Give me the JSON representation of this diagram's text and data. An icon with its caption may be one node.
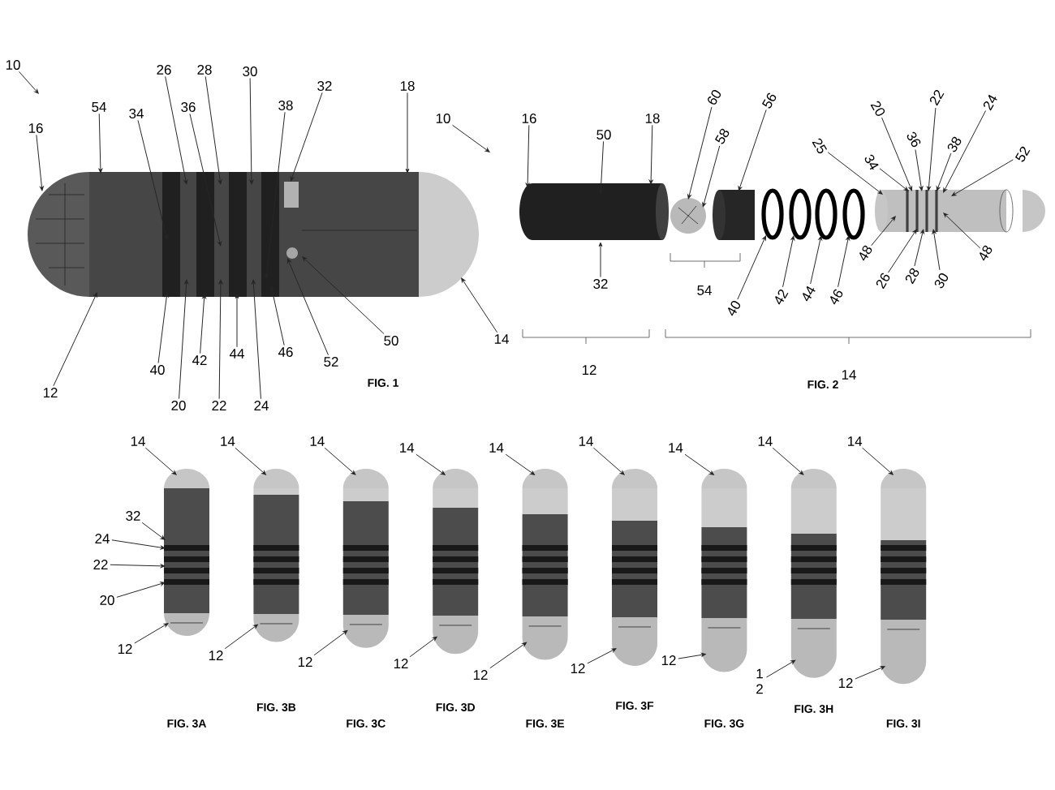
{
  "diagram": {
    "nodes": [
      {
        "text": [
          "10"
        ]
      },
      {
        "text": [
          "16"
        ]
      },
      {
        "text": [
          "54"
        ]
      },
      {
        "text": [
          "34"
        ]
      },
      {
        "text": [
          "26"
        ]
      },
      {
        "text": [
          "28"
        ]
      },
      {
        "text": [
          "36"
        ]
      },
      {
        "text": [
          "30"
        ]
      },
      {
        "text": [
          "38"
        ]
      },
      {
        "text": [
          "32"
        ]
      },
      {
        "text": [
          "18"
        ]
      },
      {
        "text": [
          "40"
        ]
      },
      {
        "text": [
          "20"
        ]
      },
      {
        "text": [
          "42"
        ]
      },
      {
        "text": [
          "22"
        ]
      },
      {
        "text": [
          "44"
        ]
      },
      {
        "text": [
          "24"
        ]
      },
      {
        "text": [
          "46"
        ]
      },
      {
        "text": [
          "52"
        ]
      },
      {
        "text": [
          "50"
        ]
      },
      {
        "text": [
          "12"
        ]
      },
      {
        "text": [
          "14"
        ]
      },
      {
        "text": [
          "10"
        ]
      },
      {
        "text": [
          "16"
        ]
      },
      {
        "text": [
          "50"
        ]
      },
      {
        "text": [
          "18"
        ]
      },
      {
        "text": [
          "32"
        ]
      },
      {
        "text": [
          "60"
        ]
      },
      {
        "text": [
          "58"
        ]
      },
      {
        "text": [
          "56"
        ]
      },
      {
        "text": [
          "40"
        ]
      },
      {
        "text": [
          "42"
        ]
      },
      {
        "text": [
          "44"
        ]
      },
      {
        "text": [
          "46"
        ]
      },
      {
        "text": [
          "25"
        ]
      },
      {
        "text": [
          "34"
        ]
      },
      {
        "text": [
          "20"
        ]
      },
      {
        "text": [
          "36"
        ]
      },
      {
        "text": [
          "22"
        ]
      },
      {
        "text": [
          "38"
        ]
      },
      {
        "text": [
          "24"
        ]
      },
      {
        "text": [
          "52"
        ]
      },
      {
        "text": [
          "48"
        ]
      },
      {
        "text": [
          "26"
        ]
      },
      {
        "text": [
          "28"
        ]
      },
      {
        "text": [
          "30"
        ]
      },
      {
        "text": [
          "48"
        ]
      },
      {
        "text": [
          "14"
        ]
      },
      {
        "text": [
          "14"
        ]
      },
      {
        "text": [
          "14"
        ]
      },
      {
        "text": [
          "14"
        ]
      },
      {
        "text": [
          "14"
        ]
      },
      {
        "text": [
          "14"
        ]
      },
      {
        "text": [
          "14"
        ]
      },
      {
        "text": [
          "14"
        ]
      },
      {
        "text": [
          "14"
        ]
      },
      {
        "text": [
          "32"
        ]
      },
      {
        "text": [
          "24"
        ]
      },
      {
        "text": [
          "22"
        ]
      },
      {
        "text": [
          "20"
        ]
      },
      {
        "text": [
          "12"
        ]
      },
      {
        "text": [
          "12"
        ]
      },
      {
        "text": [
          "12"
        ]
      },
      {
        "text": [
          "12"
        ]
      },
      {
        "text": [
          "12"
        ]
      },
      {
        "text": [
          "12"
        ]
      },
      {
        "text": [
          "12"
        ]
      },
      {
        "text": [
          "1 2"
        ]
      },
      {
        "text": [
          "12"
        ]
      },
      {
        "text": [],
        "shape": "picture"
      },
      {
        "text": [],
        "shape": "cylinder"
      },
      {
        "text": [],
        "shape": "circle"
      },
      {
        "text": [],
        "shape": "cylinder"
      },
      {
        "text": [],
        "shape": "ring"
      },
      {
        "text": [],
        "shape": "ring"
      },
      {
        "text": [],
        "shape": "ring"
      },
      {
        "text": [],
        "shape": "ring"
      },
      {
        "text": [],
        "shape": "cylinder"
      },
      {
        "text": [],
        "shape": "dome"
      },
      {
        "text": [],
        "shape": "picture"
      },
      {
        "text": [],
        "shape": "picture"
      },
      {
        "text": [],
        "shape": "picture"
      },
      {
        "text": [],
        "shape": "picture"
      },
      {
        "text": [],
        "shape": "picture"
      },
      {
        "text": [],
        "shape": "picture"
      },
      {
        "text": [],
        "shape": "picture"
      },
      {
        "text": [],
        "shape": "picture"
      },
      {
        "text": [],
        "shape": "picture"
      }
    ],
    "edges": [
      {
        "from": 0,
        "to": null,
        "arrow": "to"
      },
      {
        "from": 1,
        "to": 69,
        "arrow": "to"
      },
      {
        "from": 2,
        "to": 69,
        "arrow": "to"
      },
      {
        "from": 3,
        "to": 69,
        "arrow": "to"
      },
      {
        "from": 4,
        "to": 69,
        "arrow": "to"
      },
      {
        "from": 5,
        "to": 69,
        "arrow": "to"
      },
      {
        "from": 6,
        "to": 69,
        "arrow": "to"
      },
      {
        "from": 7,
        "to": 69,
        "arrow": "to"
      },
      {
        "from": 8,
        "to": 69,
        "arrow": "to"
      },
      {
        "from": 9,
        "to": 69,
        "arrow": "to"
      },
      {
        "from": 10,
        "to": 69,
        "arrow": "to"
      },
      {
        "from": 11,
        "to": 69,
        "arrow": "to"
      },
      {
        "from": 12,
        "to": 69,
        "arrow": "to"
      },
      {
        "from": 13,
        "to": 69,
        "arrow": "to"
      },
      {
        "from": 14,
        "to": 69,
        "arrow": "to"
      },
      {
        "from": 15,
        "to": 69,
        "arrow": "to"
      },
      {
        "from": 16,
        "to": 69,
        "arrow": "to"
      },
      {
        "from": 17,
        "to": 69,
        "arrow": "to"
      },
      {
        "from": 18,
        "to": 69,
        "arrow": "to"
      },
      {
        "from": 19,
        "to": 69,
        "arrow": "to"
      },
      {
        "from": 20,
        "to": 69,
        "arrow": "to"
      },
      {
        "from": 21,
        "to": 69,
        "arrow": "to"
      },
      {
        "from": 22,
        "to": null,
        "arrow": "to"
      },
      {
        "from": 23,
        "to": 70,
        "arrow": "to"
      },
      {
        "from": 24,
        "to": 70,
        "arrow": "to"
      },
      {
        "from": 25,
        "to": 70,
        "arrow": "to"
      },
      {
        "from": 26,
        "to": 70,
        "arrow": "to"
      },
      {
        "from": 27,
        "to": 71,
        "arrow": "to"
      },
      {
        "from": 28,
        "to": 71,
        "arrow": "to"
      },
      {
        "from": 29,
        "to": 72,
        "arrow": "to"
      },
      {
        "from": 30,
        "to": 73,
        "arrow": "to"
      },
      {
        "from": 31,
        "to": 74,
        "arrow": "to"
      },
      {
        "from": 32,
        "to": 75,
        "arrow": "to"
      },
      {
        "from": 33,
        "to": 76,
        "arrow": "to"
      },
      {
        "from": 34,
        "to": 77,
        "arrow": "to"
      },
      {
        "from": 35,
        "to": 77,
        "arrow": "to"
      },
      {
        "from": 36,
        "to": 77,
        "arrow": "to"
      },
      {
        "from": 37,
        "to": 77,
        "arrow": "to"
      },
      {
        "from": 38,
        "to": 77,
        "arrow": "to"
      },
      {
        "from": 39,
        "to": 77,
        "arrow": "to"
      },
      {
        "from": 40,
        "to": 77,
        "arrow": "to"
      },
      {
        "from": 41,
        "to": 77,
        "arrow": "to"
      },
      {
        "from": 42,
        "to": 77,
        "arrow": "to"
      },
      {
        "from": 43,
        "to": 77,
        "arrow": "to"
      },
      {
        "from": 44,
        "to": 77,
        "arrow": "to"
      },
      {
        "from": 45,
        "to": 77,
        "arrow": "to"
      },
      {
        "from": 46,
        "to": 77,
        "arrow": "to"
      },
      {
        "from": 47,
        "to": 79,
        "arrow": "to"
      },
      {
        "from": 48,
        "to": 80,
        "arrow": "to"
      },
      {
        "from": 49,
        "to": 81,
        "arrow": "to"
      },
      {
        "from": 50,
        "to": 82,
        "arrow": "to"
      },
      {
        "from": 51,
        "to": 83,
        "arrow": "to"
      },
      {
        "from": 52,
        "to": 84,
        "arrow": "to"
      },
      {
        "from": 53,
        "to": 85,
        "arrow": "to"
      },
      {
        "from": 54,
        "to": 86,
        "arrow": "to"
      },
      {
        "from": 55,
        "to": 87,
        "arrow": "to"
      },
      {
        "from": 56,
        "to": 79,
        "arrow": "to"
      },
      {
        "from": 57,
        "to": 79,
        "arrow": "to"
      },
      {
        "from": 58,
        "to": 79,
        "arrow": "to"
      },
      {
        "from": 59,
        "to": 79,
        "arrow": "to"
      },
      {
        "from": 60,
        "to": 79,
        "arrow": "to"
      },
      {
        "from": 61,
        "to": 80,
        "arrow": "to"
      },
      {
        "from": 62,
        "to": 81,
        "arrow": "to"
      },
      {
        "from": 63,
        "to": 82,
        "arrow": "to"
      },
      {
        "from": 64,
        "to": 83,
        "arrow": "to"
      },
      {
        "from": 65,
        "to": 84,
        "arrow": "to"
      },
      {
        "from": 66,
        "to": 85,
        "arrow": "to"
      },
      {
        "from": 67,
        "to": 86,
        "arrow": "to"
      },
      {
        "from": 68,
        "to": 87,
        "arrow": "to"
      }
    ],
    "labels": [
      "FIG. 1",
      "12",
      "54",
      "14",
      "FIG. 2",
      "FIG. 3A",
      "FIG. 3B",
      "FIG. 3C",
      "FIG. 3D",
      "FIG. 3E",
      "FIG. 3F",
      "FIG. 3G",
      "FIG. 3H",
      "FIG. 3I"
    ]
  }
}
